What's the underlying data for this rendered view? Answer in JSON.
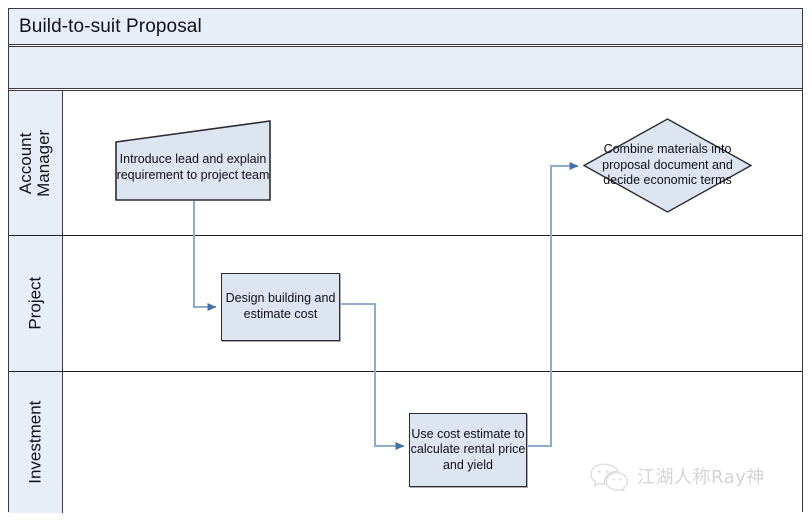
{
  "diagram": {
    "title": "Build-to-suit Proposal",
    "type": "swimlane-flowchart",
    "colors": {
      "lane_header_fill": "#e8eef7",
      "title_fill": "#e8eef7",
      "shape_fill": "#dde5f1",
      "shape_border": "#2b2b33",
      "frame_border": "#3b3b45",
      "connector_line": "#8faecf",
      "connector_arrow": "#4472a8"
    },
    "sub_band_text": ""
  },
  "lanes": [
    {
      "id": "account-manager",
      "label": "Account\nManager"
    },
    {
      "id": "project",
      "label": "Project"
    },
    {
      "id": "investment",
      "label": "Investment"
    }
  ],
  "shapes": [
    {
      "id": "introduce-lead",
      "lane": "account-manager",
      "type": "manual-operation",
      "text": "Introduce lead and explain requirement to project team"
    },
    {
      "id": "design-building",
      "lane": "project",
      "type": "process",
      "text": "Design building and estimate cost"
    },
    {
      "id": "use-cost-estimate",
      "lane": "investment",
      "type": "process",
      "text": "Use cost estimate to calculate rental price and yield"
    },
    {
      "id": "combine-materials",
      "lane": "account-manager",
      "type": "decision",
      "text": "Combine materials into proposal document and decide economic terms"
    }
  ],
  "connectors": [
    {
      "id": "introduce-to-design",
      "from": "introduce-lead",
      "to": "design-building"
    },
    {
      "id": "design-to-cost",
      "from": "design-building",
      "to": "use-cost-estimate"
    },
    {
      "id": "cost-to-combine",
      "from": "use-cost-estimate",
      "to": "combine-materials"
    }
  ],
  "watermark": {
    "text": "江湖人称Ray神",
    "logo": "wechat-icon"
  }
}
